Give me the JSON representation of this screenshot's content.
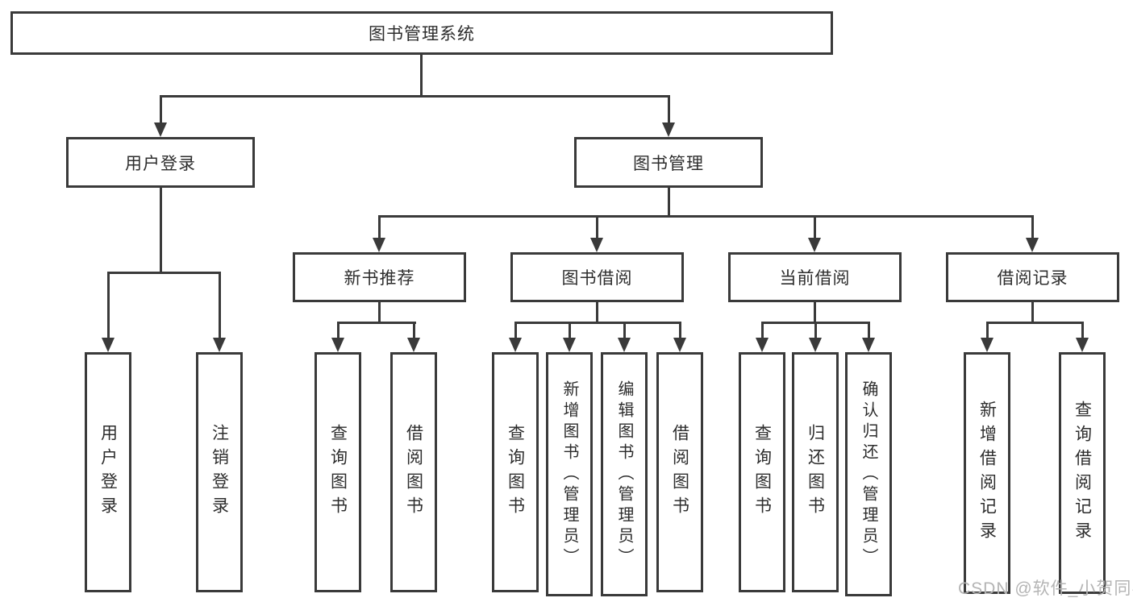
{
  "tree": {
    "label": "图书管理系统",
    "children": [
      {
        "label": "用户登录",
        "children": [
          {
            "label": "用户登录"
          },
          {
            "label": "注销登录"
          }
        ]
      },
      {
        "label": "图书管理",
        "children": [
          {
            "label": "新书推荐",
            "children": [
              {
                "label": "查询图书"
              },
              {
                "label": "借阅图书"
              }
            ]
          },
          {
            "label": "图书借阅",
            "children": [
              {
                "label": "查询图书"
              },
              {
                "label": "新增图书（管理员）"
              },
              {
                "label": "编辑图书（管理员）"
              },
              {
                "label": "借阅图书"
              }
            ]
          },
          {
            "label": "当前借阅",
            "children": [
              {
                "label": "查询图书"
              },
              {
                "label": "归还图书"
              },
              {
                "label": "确认归还（管理员）"
              }
            ]
          },
          {
            "label": "借阅记录",
            "children": [
              {
                "label": "新增借阅记录"
              },
              {
                "label": "查询借阅记录"
              }
            ]
          }
        ]
      }
    ]
  },
  "watermark": {
    "text": "CSDN @软件_小贺同学"
  },
  "colors": {
    "line": "#3a3a3a",
    "text": "#2d2d2d",
    "watermark": "#b4b4b4",
    "background": "#ffffff"
  }
}
